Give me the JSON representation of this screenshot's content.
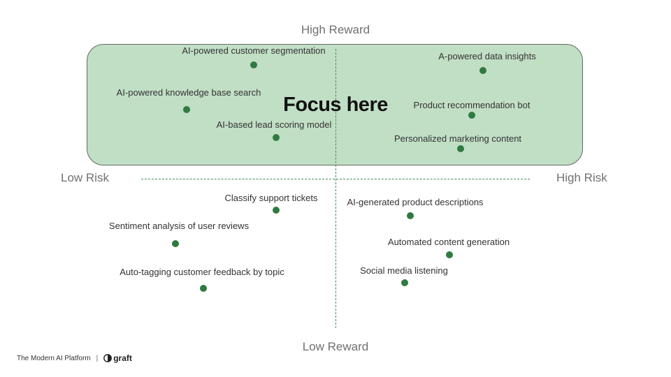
{
  "axes": {
    "top": "High Reward",
    "bottom": "Low Reward",
    "left": "Low Risk",
    "right": "High Risk"
  },
  "focus_label": "Focus here",
  "items": [
    {
      "label": "AI-powered customer segmentation"
    },
    {
      "label": "A-powered data insights"
    },
    {
      "label": "AI-powered knowledge base search"
    },
    {
      "label": "Product recommendation bot"
    },
    {
      "label": "AI-based lead scoring model"
    },
    {
      "label": "Personalized marketing content"
    },
    {
      "label": "Classify support tickets"
    },
    {
      "label": "AI-generated product descriptions"
    },
    {
      "label": "Sentiment analysis of user reviews"
    },
    {
      "label": "Automated content generation"
    },
    {
      "label": "Auto-tagging customer feedback by topic"
    },
    {
      "label": "Social media listening"
    }
  ],
  "footer": {
    "platform": "The Modern AI Platform",
    "separator": "|",
    "brand": "graft"
  },
  "colors": {
    "focus_fill": "#c1dfc5",
    "dot": "#2f7a40",
    "axis": "#3f8f4f"
  }
}
